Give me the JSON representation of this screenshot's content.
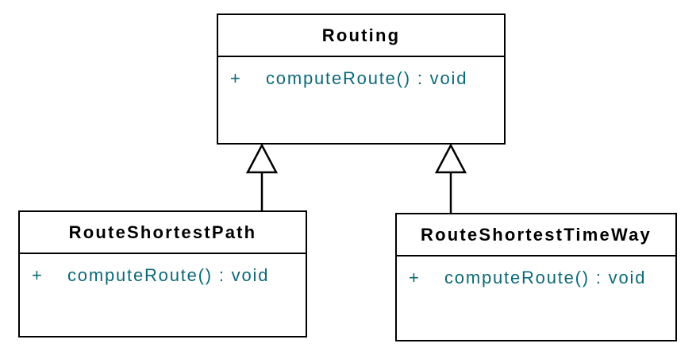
{
  "diagram": {
    "type": "uml-class-diagram",
    "colors": {
      "background": "#ffffff",
      "border": "#000000",
      "class_name_text": "#000000",
      "member_text": "#0c6977"
    },
    "classes": [
      {
        "name": "Routing",
        "members": [
          {
            "visibility": "+",
            "signature": "computeRoute() : void"
          }
        ]
      },
      {
        "name": "RouteShortestPath",
        "members": [
          {
            "visibility": "+",
            "signature": "computeRoute() : void"
          }
        ]
      },
      {
        "name": "RouteShortestTimeWay",
        "members": [
          {
            "visibility": "+",
            "signature": "computeRoute() : void"
          }
        ]
      }
    ],
    "relationships": [
      {
        "type": "generalization",
        "from": "RouteShortestPath",
        "to": "Routing"
      },
      {
        "type": "generalization",
        "from": "RouteShortestTimeWay",
        "to": "Routing"
      }
    ]
  }
}
